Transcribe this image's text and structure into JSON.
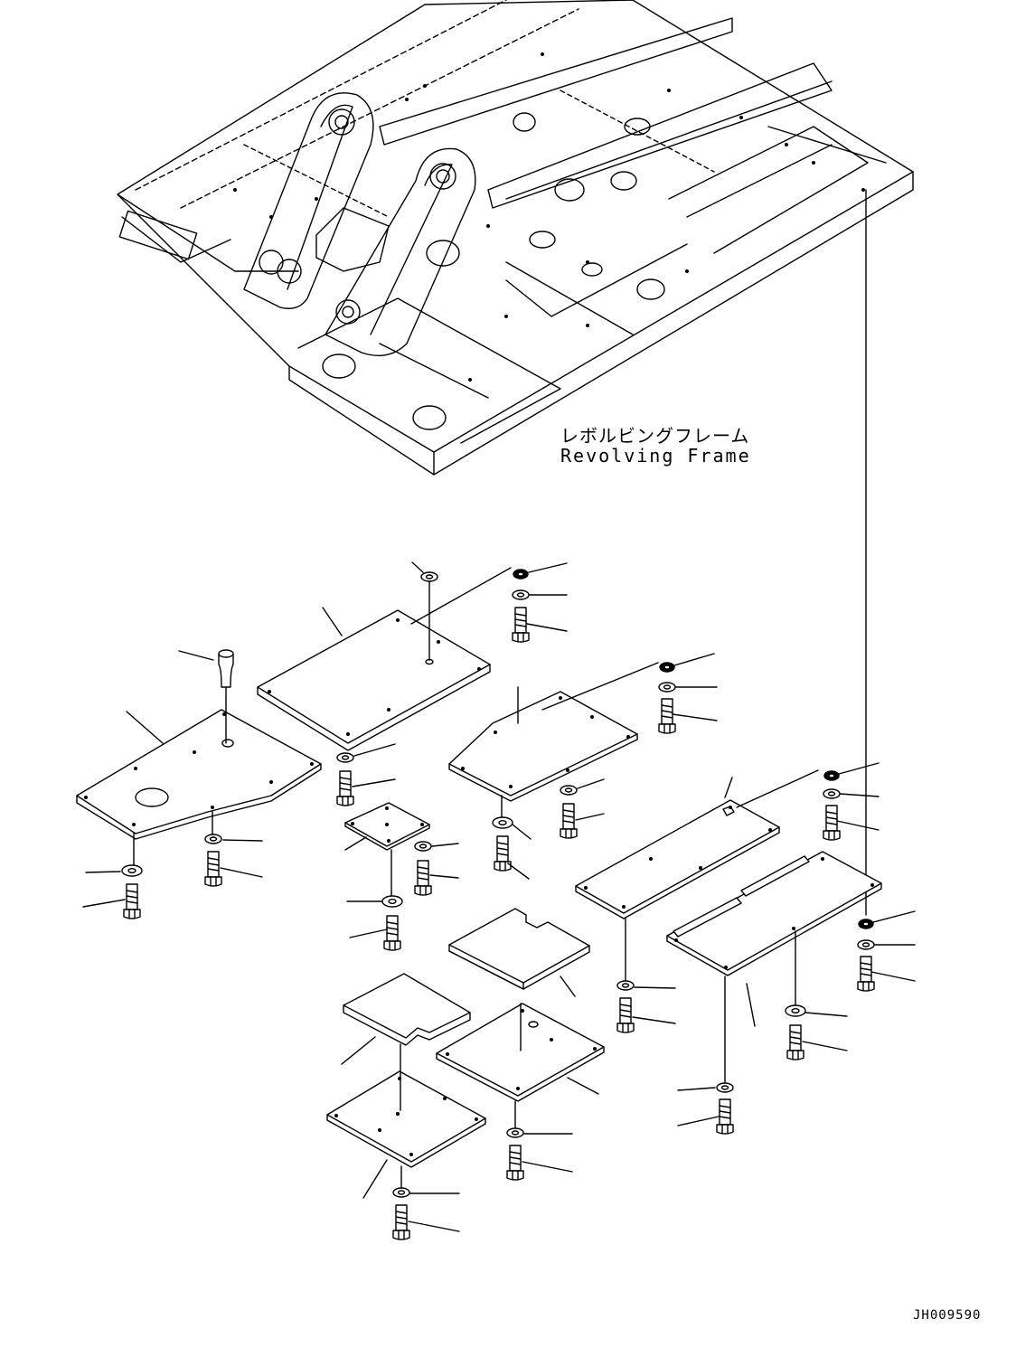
{
  "frame_label": {
    "japanese": "レボルビングフレーム",
    "english": "Revolving Frame"
  },
  "drawing_id": "JH009590",
  "colors": {
    "line": "#000000",
    "background": "#ffffff"
  }
}
